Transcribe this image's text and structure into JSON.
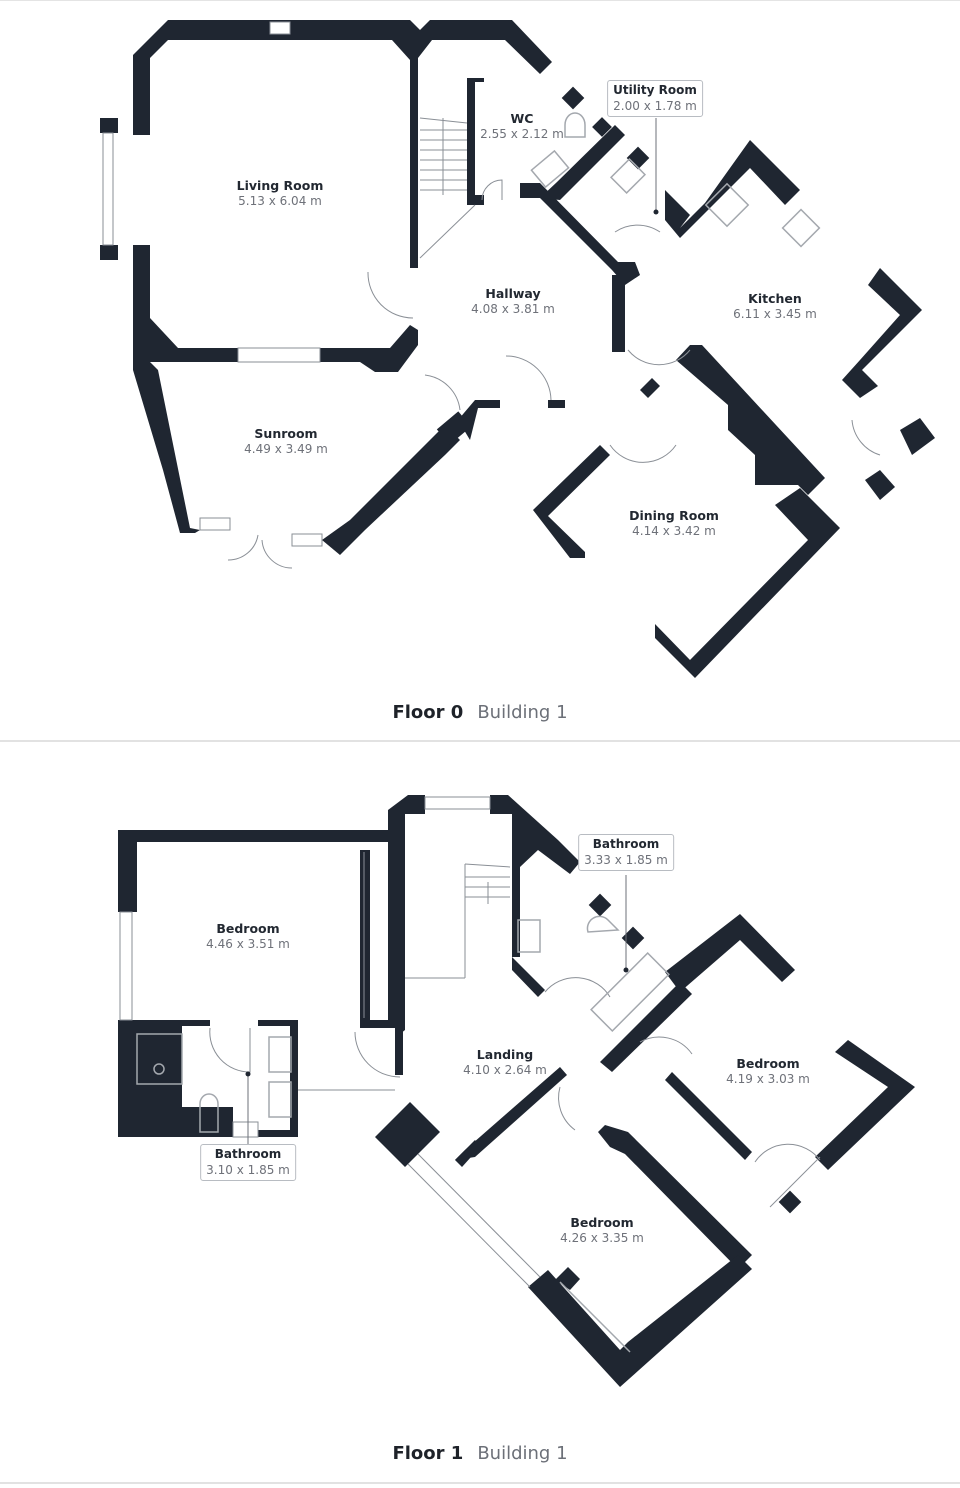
{
  "colors": {
    "wall": "#1f2631",
    "label": "#222831",
    "dims": "#6e7179",
    "divider": "#e2e2e2"
  },
  "floors": [
    {
      "name": "Floor 0",
      "building": "Building 1",
      "rooms": [
        {
          "name": "Living Room",
          "dims": "5.13 x 6.04 m"
        },
        {
          "name": "WC",
          "dims": "2.55 x 2.12 m"
        },
        {
          "name": "Utility Room",
          "dims": "2.00 x 1.78 m",
          "callout": true
        },
        {
          "name": "Hallway",
          "dims": "4.08 x 3.81 m"
        },
        {
          "name": "Kitchen",
          "dims": "6.11 x 3.45 m"
        },
        {
          "name": "Sunroom",
          "dims": "4.49 x 3.49 m"
        },
        {
          "name": "Dining Room",
          "dims": "4.14 x 3.42 m"
        }
      ]
    },
    {
      "name": "Floor 1",
      "building": "Building 1",
      "rooms": [
        {
          "name": "Bedroom",
          "dims": "4.46 x 3.51 m"
        },
        {
          "name": "Bathroom",
          "dims": "3.33 x 1.85 m",
          "callout": true
        },
        {
          "name": "Landing",
          "dims": "4.10 x 2.64 m"
        },
        {
          "name": "Bedroom",
          "dims": "4.19 x 3.03 m"
        },
        {
          "name": "Bathroom",
          "dims": "3.10 x 1.85 m",
          "callout": true
        },
        {
          "name": "Bedroom",
          "dims": "4.26 x 3.35 m"
        }
      ]
    }
  ]
}
